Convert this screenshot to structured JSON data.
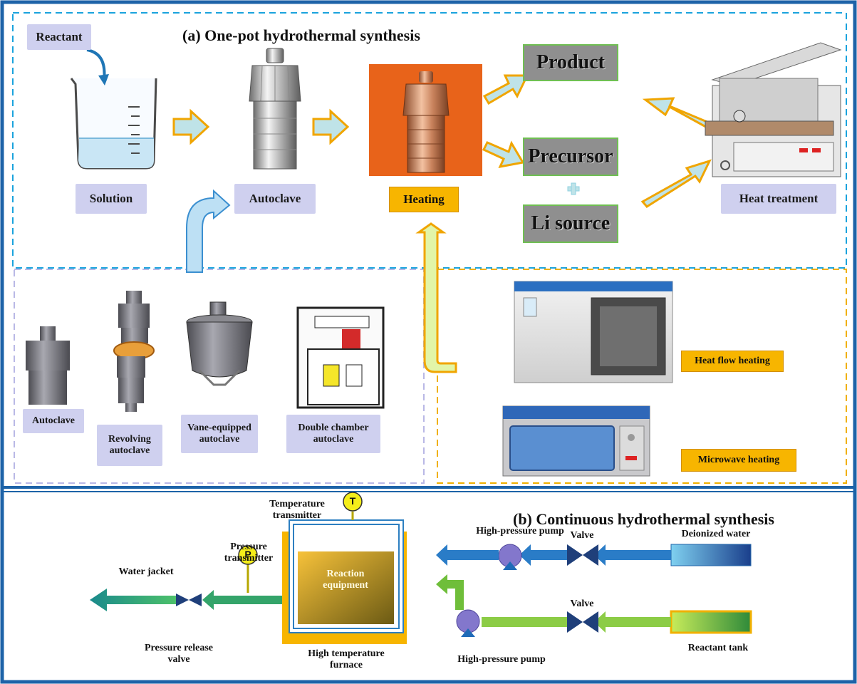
{
  "panel_a": {
    "title": "(a) One-pot hydrothermal synthesis",
    "reactant": "Reactant",
    "solution": "Solution",
    "autoclave": "Autoclave",
    "heating": "Heating",
    "product": "Product",
    "precursor": "Precursor",
    "li_source": "Li source",
    "heat_treatment": "Heat treatment",
    "autoclave_types": [
      "Autoclave",
      "Revolving autoclave",
      "Vane-equipped autoclave",
      "Double chamber autoclave"
    ],
    "heat_flow": "Heat flow heating",
    "microwave": "Microwave heating"
  },
  "panel_b": {
    "title": "(b) Continuous hydrothermal synthesis",
    "temperature_transmitter": "Temperature transmitter",
    "pressure_transmitter": "Pressure transmitter",
    "reaction_equipment": "Reaction equipment",
    "high_temperature_furnace": "High temperature furnace",
    "water_jacket": "Water jacket",
    "pressure_release_valve": "Pressure release valve",
    "pump_top": "High-pressure pump",
    "pump_bottom": "High-pressure pump",
    "valve_top": "Valve",
    "valve_bottom": "Valve",
    "deionized_water": "Deionized water",
    "reactant_tank": "Reactant tank",
    "t_symbol": "T",
    "p_symbol": "P"
  },
  "colors": {
    "frame_blue": "#1d63a8",
    "dash_cyan": "#1aa3dd",
    "dash_lavender": "#b9b8e6",
    "dash_orange": "#f0b000",
    "accent_gold": "#f7b500",
    "oven_orange": "#e8631a"
  }
}
